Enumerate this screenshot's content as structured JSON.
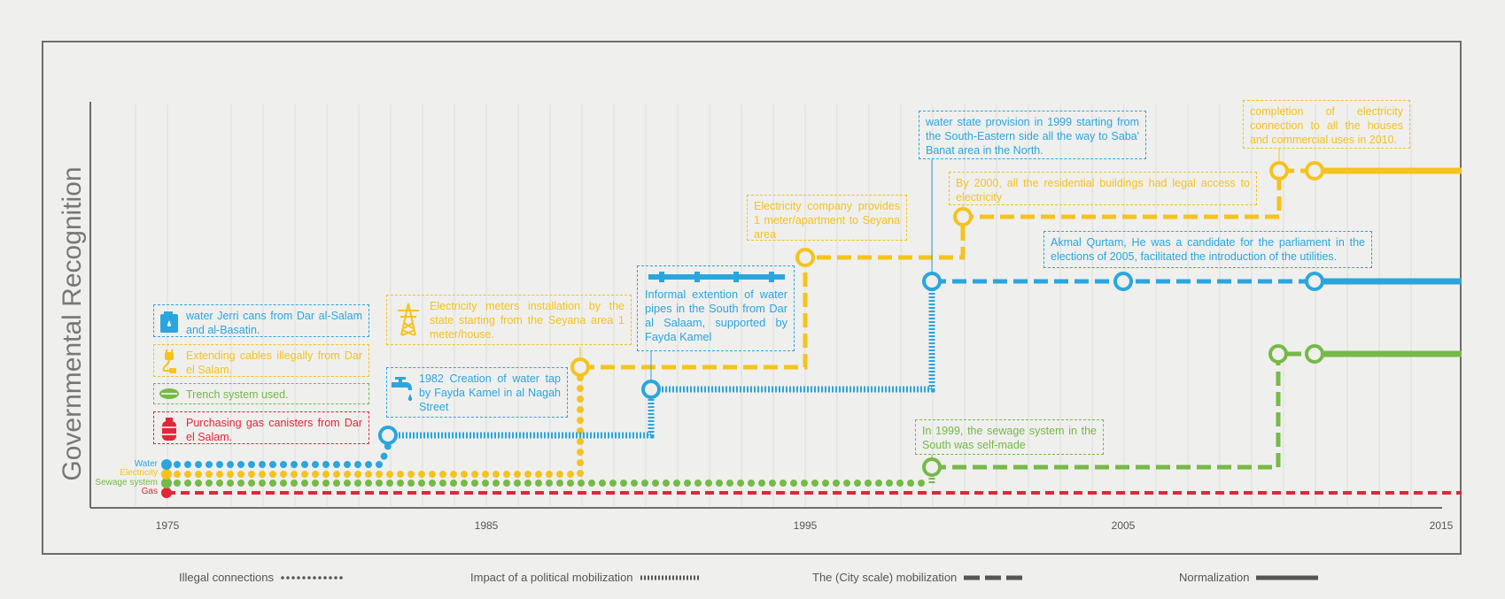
{
  "y_axis_label": "Governmental Recognition",
  "colors": {
    "water": "#2aa6df",
    "electricity": "#f5c31c",
    "sewage": "#75b947",
    "gas": "#e1263a",
    "axis": "#6d6d6d"
  },
  "years": [
    "1975",
    "1985",
    "1995",
    "2005",
    "2015"
  ],
  "series_labels": {
    "water": "Water",
    "electricity": "Electricity",
    "sewage": "Sewage system",
    "gas": "Gas"
  },
  "notes": {
    "water_cans": "water Jerri cans from Dar al-Salam and al-Basatin.",
    "cables": "Extending cables illegally from Dar el Salam.",
    "trench": "Trench system used.",
    "gas_canisters": "Purchasing gas canisters from Dar el Salam.",
    "water_tap": "1982 Creation of water tap by Fayda Kamel in al Nagah Street",
    "meters": "Electricity meters installation by the state starting from the Seyana area 1 meter/house.",
    "informal_pipes": "Informal extention of water pipes in the South from Dar al Salaam, supported by Fayda Kamel",
    "elec_company": "Electricity company provides 1 meter/apartment to Seyana area",
    "water_state": "water state provision in 1999 starting from the South-Eastern side all the way to Saba' Banat area in the North.",
    "by_2000": "By 2000, all the residential buildings  had legal access to electricity",
    "akmal": "Akmal Qurtam, He was a candidate for the parliament in the elections of 2005, facilitated the introduction of the utilities.",
    "completion": "completion of electricity connection to all the houses and commercial uses in 2010.",
    "sewage_1999": "In 1999, the sewage system in the South was self-made"
  },
  "legend": {
    "illegal": "Illegal connections",
    "political": "Impact of a political mobilization",
    "city": "The (City scale) mobilization",
    "normalization": "Normalization"
  }
}
